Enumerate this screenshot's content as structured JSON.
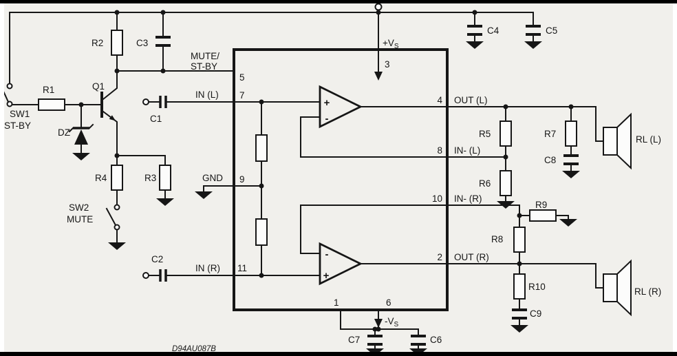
{
  "colors": {
    "background": "#f1f0ec",
    "ink": "#161616",
    "bar": "#000000",
    "component_fill": "#fcfcfb"
  },
  "doc_code": "D94AU087B",
  "ic": {
    "pins": {
      "standby": "5",
      "in_l": "7",
      "gnd": "9",
      "in_r": "11",
      "vs_pos": "3",
      "out_l": "4",
      "fb_l": "8",
      "fb_r": "10",
      "out_r": "2",
      "neg_a": "1",
      "neg_b": "6"
    },
    "opamps": {
      "plus": "+",
      "minus": "-"
    }
  },
  "signals": {
    "mute1": "MUTE/",
    "mute2": "ST-BY",
    "in_l": "IN (L)",
    "in_r": "IN (R)",
    "gnd": "GND",
    "out_l": "OUT (L)",
    "out_r": "OUT (R)",
    "fb_l": "IN- (L)",
    "fb_r": "IN- (R)",
    "vs_pos_main": "+V",
    "vs_pos_sub": "S",
    "vs_neg_main": "-V",
    "vs_neg_sub": "S"
  },
  "components": {
    "r1": "R1",
    "r2": "R2",
    "r3": "R3",
    "r4": "R4",
    "r5": "R5",
    "r6": "R6",
    "r7": "R7",
    "r8": "R8",
    "r9": "R9",
    "r10": "R10",
    "c1": "C1",
    "c2": "C2",
    "c3": "C3",
    "c4": "C4",
    "c5": "C5",
    "c6": "C6",
    "c7": "C7",
    "c8": "C8",
    "c9": "C9",
    "q1": "Q1",
    "dz": "DZ",
    "sw1_name": "SW1",
    "sw1_func": "ST-BY",
    "sw2_name": "SW2",
    "sw2_func": "MUTE",
    "rl_l": "RL (L)",
    "rl_r": "RL (R)"
  }
}
